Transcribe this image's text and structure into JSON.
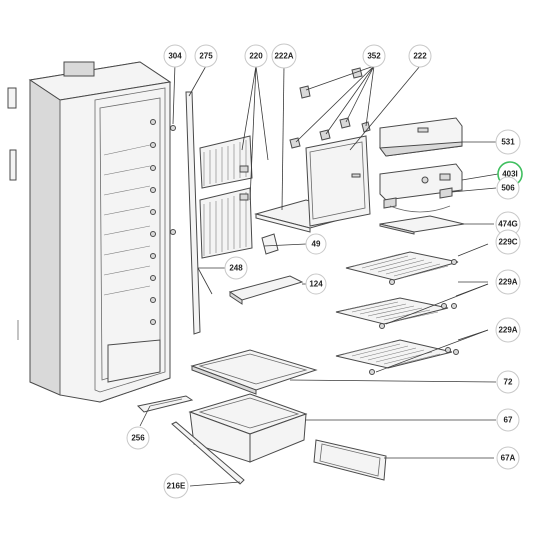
{
  "callouts": [
    {
      "key": "c304",
      "label": "304"
    },
    {
      "key": "c275",
      "label": "275"
    },
    {
      "key": "c220",
      "label": "220"
    },
    {
      "key": "c222A",
      "label": "222A"
    },
    {
      "key": "c352",
      "label": "352"
    },
    {
      "key": "c222",
      "label": "222"
    },
    {
      "key": "c531",
      "label": "531"
    },
    {
      "key": "c403",
      "label": "403I"
    },
    {
      "key": "c506",
      "label": "506"
    },
    {
      "key": "c474",
      "label": "474G"
    },
    {
      "key": "c229C",
      "label": "229C"
    },
    {
      "key": "c49",
      "label": "49"
    },
    {
      "key": "c248",
      "label": "248"
    },
    {
      "key": "c124",
      "label": "124"
    },
    {
      "key": "c229A1",
      "label": "229A"
    },
    {
      "key": "c229A2",
      "label": "229A"
    },
    {
      "key": "c72",
      "label": "72"
    },
    {
      "key": "c67",
      "label": "67"
    },
    {
      "key": "c256",
      "label": "256"
    },
    {
      "key": "c67A",
      "label": "67A"
    },
    {
      "key": "c216E",
      "label": "216E"
    }
  ],
  "colors": {
    "highlight": "#3fbf5f",
    "line": "#4a4a4a",
    "badge_border": "#c8c8c8"
  }
}
